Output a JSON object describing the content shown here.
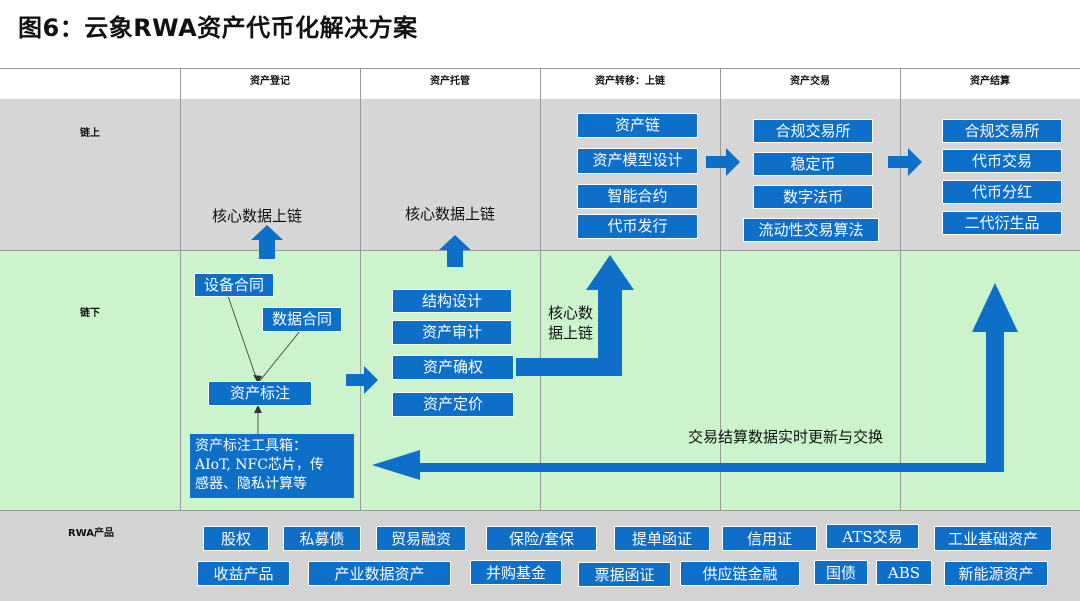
{
  "title": "图6：云象RWA资产代币化解决方案",
  "columns": [
    "资产登记",
    "资产托管",
    "资产转移：上链",
    "资产交易",
    "资产结算"
  ],
  "rows": {
    "onchain": "链上",
    "offchain": "链下",
    "products": "RWA产品"
  },
  "registration": {
    "onchain_label": "核心数据上链",
    "contracts": [
      "设备合同",
      "数据合同"
    ],
    "tagging": "资产标注",
    "toolbox": [
      "资产标注工具箱：",
      "AIoT, NFC芯片，传",
      "感器、隐私计算等"
    ]
  },
  "custody": {
    "onchain_label": "核心数据上链",
    "items": [
      "结构设计",
      "资产审计",
      "资产确权",
      "资产定价"
    ]
  },
  "transfer": {
    "onchain_items": [
      "资产链",
      "资产模型设计",
      "智能合约",
      "代币发行"
    ],
    "offchain_label": [
      "核心数",
      "据上链"
    ]
  },
  "trading": {
    "items": [
      "合规交易所",
      "稳定币",
      "数字法币",
      "流动性交易算法"
    ]
  },
  "settlement": {
    "items": [
      "合规交易所",
      "代币交易",
      "代币分红",
      "二代衍生品"
    ]
  },
  "sync_label": "交易结算数据实时更新与交换",
  "products": {
    "row1": [
      "股权",
      "私募债",
      "贸易融资",
      "保险/套保",
      "提单函证",
      "信用证",
      "ATS交易",
      "工业基础资产"
    ],
    "row2": [
      "收益产品",
      "产业数据资产",
      "并购基金",
      "票据函证",
      "供应链金融",
      "国债",
      "ABS",
      "新能源资产"
    ]
  },
  "colors": {
    "box_blue": "#0d6fc8",
    "arrow_blue": "#0d6fc8",
    "onchain_bg": "#d6d6d6",
    "offchain_bg": "#ccf3cc",
    "products_bg": "#d3d3d3"
  }
}
